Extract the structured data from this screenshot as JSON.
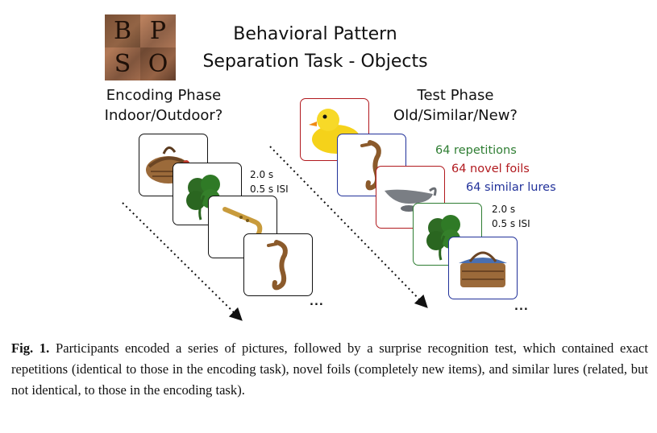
{
  "logo": {
    "letters": [
      "B",
      "P",
      "S",
      "O"
    ]
  },
  "title": {
    "line1": "Behavioral Pattern",
    "line2": "Separation Task - Objects"
  },
  "encoding": {
    "heading1": "Encoding Phase",
    "heading2": "Indoor/Outdoor?",
    "duration": "2.0 s",
    "isi": "0.5 s ISI",
    "ellipsis": "...",
    "items": [
      "picnic-basket",
      "four-leaf-clover",
      "saxophone",
      "seahorse"
    ]
  },
  "test": {
    "heading1": "Test Phase",
    "heading2": "Old/Similar/New?",
    "duration": "2.0 s",
    "isi": "0.5 s ISI",
    "ellipsis": "...",
    "repetitions": "64 repetitions",
    "foils": "64 novel foils",
    "lures": "64 similar lures",
    "items": [
      "rubber-duck",
      "seahorse",
      "gravy-boat",
      "four-leaf-clover",
      "picnic-basket"
    ]
  },
  "colors": {
    "repetitions": "#2e7d32",
    "foils": "#b1191e",
    "lures": "#21319a"
  },
  "caption": {
    "label": "Fig. 1.",
    "text": "Participants encoded a series of pictures, followed by a surprise recognition test, which contained exact repetitions (identical to those in the encoding task), novel foils (completely new items), and similar lures (related, but not identical, to those in the encoding task)."
  }
}
